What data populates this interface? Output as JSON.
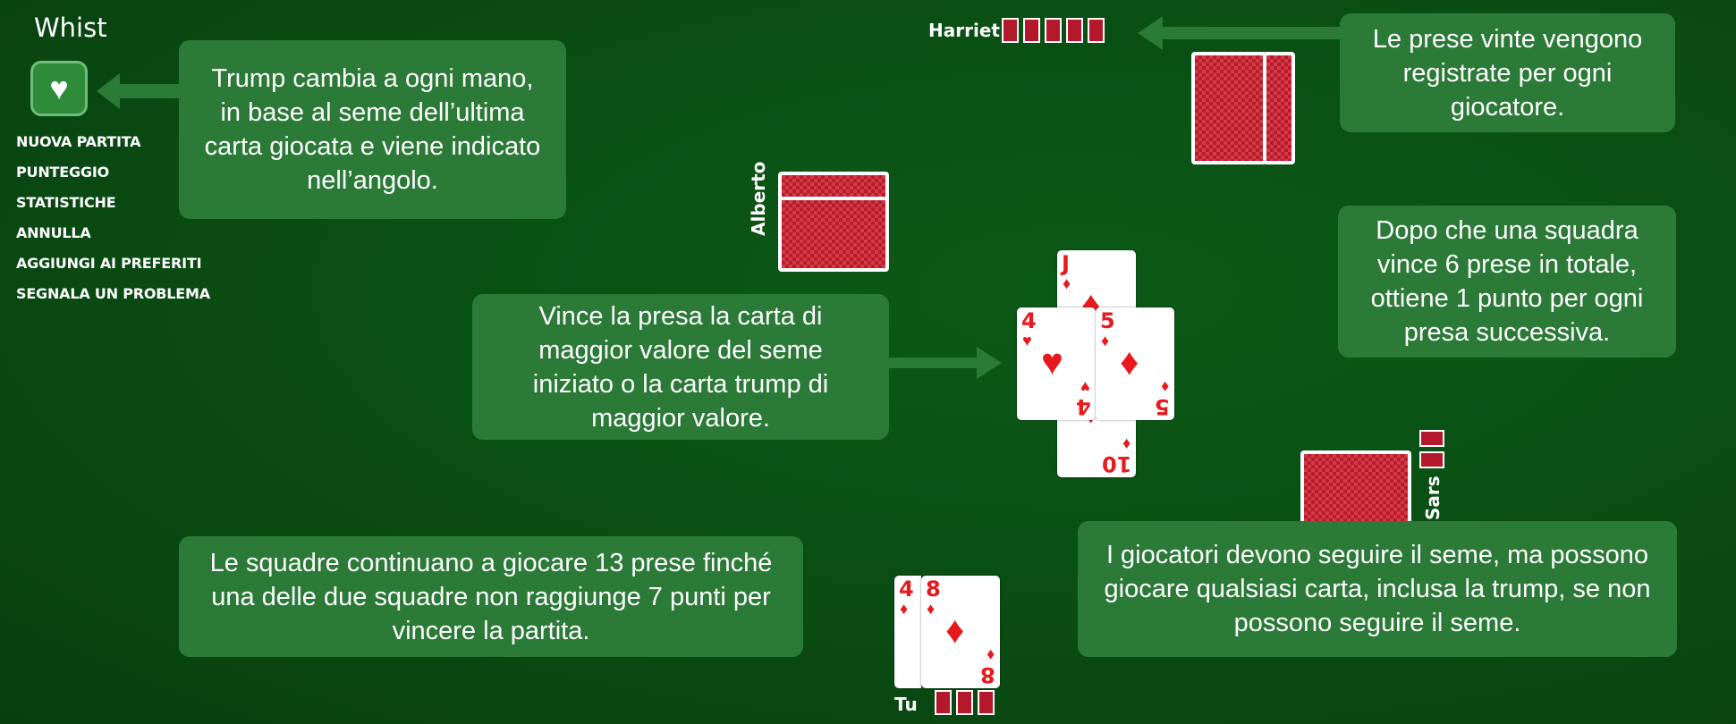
{
  "app": {
    "title": "Whist",
    "trump_icon": "heart-icon",
    "trump_symbol": "♥"
  },
  "menu": [
    {
      "label": "NUOVA PARTITA"
    },
    {
      "label": "PUNTEGGIO"
    },
    {
      "label": "STATISTICHE"
    },
    {
      "label": "ANNULLA"
    },
    {
      "label": "AGGIUNGI AI PREFERITI"
    },
    {
      "label": "SEGNALA UN PROBLEMA"
    }
  ],
  "players": {
    "north": {
      "name": "Harriet",
      "tricks": 5
    },
    "west": {
      "name": "Alberto",
      "tricks": 0
    },
    "east": {
      "name": "Sars",
      "tricks": 2
    },
    "south": {
      "name": "Tu",
      "tricks": 3
    }
  },
  "tips": {
    "trump": "Trump cambia a ogni mano, in base al seme dell’ultima carta giocata e viene indicato nell’angolo.",
    "tricks_recorded": "Le prese vinte vengono registrate per ogni giocatore.",
    "points": "Dopo che una squadra vince 6 prese in totale, ottiene 1 punto per ogni presa successiva.",
    "trick_winner": "Vince la presa la carta di maggior valore del seme iniziato o la carta trump di maggior valore.",
    "game_end": "Le squadre continuano a giocare 13 prese finché una delle due squadre non raggiunge 7 punti per vincere la partita.",
    "follow_suit": "I giocatori devono seguire il seme, ma possono giocare qualsiasi carta, inclusa la trump, se non possono seguire il seme."
  },
  "trick_cards": [
    {
      "rank": "J",
      "suit": "♦",
      "position": "top"
    },
    {
      "rank": "4",
      "suit": "♥",
      "position": "left"
    },
    {
      "rank": "5",
      "suit": "♦",
      "position": "right"
    },
    {
      "rank": "10",
      "suit": "♦",
      "position": "bottom"
    }
  ],
  "hand_cards": [
    {
      "rank": "4",
      "suit": "♦"
    },
    {
      "rank": "8",
      "suit": "♦"
    }
  ],
  "colors": {
    "felt": "#0a4f14",
    "tip_bg": "#2b7a37",
    "card_back": "#b21f2c",
    "red_suit": "#e8191d"
  }
}
